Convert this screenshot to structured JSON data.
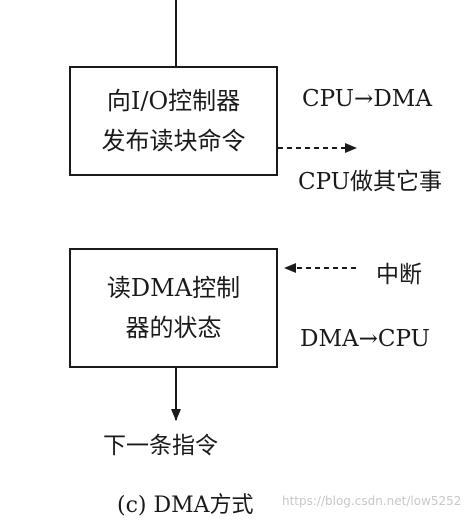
{
  "diagram": {
    "box1": {
      "line1": "向I/O控制器",
      "line2": "发布读块命令"
    },
    "box2": {
      "line1": "读DMA控制",
      "line2": "器的状态"
    },
    "labels": {
      "cpu_to_dma": "CPU→DMA",
      "cpu_other": "CPU做其它事",
      "interrupt": "中断",
      "dma_to_cpu": "DMA→CPU",
      "next_instruction": "下一条指令"
    },
    "caption": "(c) DMA方式",
    "watermark": "https://blog.csdn.net/low5252"
  }
}
